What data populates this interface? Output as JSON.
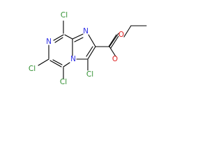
{
  "structure": {
    "atom_labels": {
      "cl_top": "Cl",
      "n_ring_left": "N",
      "cl_left_upper": "Cl",
      "cl_left_lower": "Cl",
      "n_bridge": "N",
      "n_imid_top": "N",
      "o_carbonyl": "O",
      "o_ester": "O",
      "cl_bottom_right": "Cl"
    },
    "colors": {
      "bond": "#000000",
      "chlorine": "#2f8f2f",
      "nitrogen": "#2e2ee6",
      "oxygen": "#e02020",
      "background": "#ffffff"
    }
  }
}
